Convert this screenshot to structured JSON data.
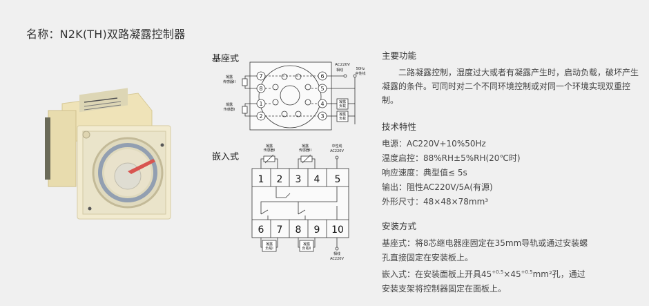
{
  "page": {
    "title": "名称：N2K(TH)双路凝露控制器",
    "background": "#f0f0f0"
  },
  "product_image": {
    "alt": "N2K(TH) dual-channel condensation controller with transparent front cover and dial",
    "colors": {
      "housing": "#f3e9c4",
      "dial_ring": "#7a8aa0",
      "needle": "#d0302a",
      "knob": "#d8d6c8"
    }
  },
  "diagrams": {
    "base_type": {
      "label": "基座式",
      "left_labels": [
        "凝露传感器II",
        "凝露传感器I"
      ],
      "pins_left": [
        "7",
        "8",
        "1",
        "2"
      ],
      "pins_right": [
        "6",
        "5",
        "4",
        "3"
      ],
      "power_labels": [
        "AC220V",
        "相线",
        "50Hz",
        "中性线"
      ],
      "load_labels": [
        "凝露负载",
        "凝露负载"
      ]
    },
    "embedded_type": {
      "label": "嵌入式",
      "top_terminals": [
        "1",
        "2",
        "3",
        "4",
        "5"
      ],
      "bottom_terminals": [
        "6",
        "7",
        "8",
        "9",
        "10"
      ],
      "sensor_labels": [
        "凝露传感器I",
        "凝露传感器II"
      ],
      "load_labels": [
        "凝露负载I",
        "凝露负载II"
      ],
      "top_power": [
        "中性线",
        "AC220V"
      ],
      "bottom_power": [
        "相线",
        "AC220V"
      ]
    }
  },
  "info": {
    "main_function": {
      "heading": "主要功能",
      "text": "二路凝露控制，湿度过大或者有凝露产生时，启动负载，破坏产生凝露的条件。可同时对二个不同环境控制或对同一个环境实现双重控制。"
    },
    "tech_specs": {
      "heading": "技术特性",
      "items": [
        "电源：AC220V+10%50Hz",
        "温度启控：88%RH±5%RH(20℃时)",
        "响应速度：典型值≤ 5s",
        "输出：阻性AC220V/5A(有源)",
        "外形尺寸：48×48×78mm³"
      ]
    },
    "installation": {
      "heading": "安装方式",
      "base_text": "基座式：将8芯继电器座固定在35mm导轨或通过安装螺孔直接固定在安装板上。",
      "embed_prefix": "嵌入式：在安装面板上开具45",
      "embed_sup1": "+0.5",
      "embed_mid": "×45",
      "embed_sup2": "+0.5",
      "embed_suffix": "mm²孔，通过安装支架将控制器固定在面板上。"
    }
  }
}
